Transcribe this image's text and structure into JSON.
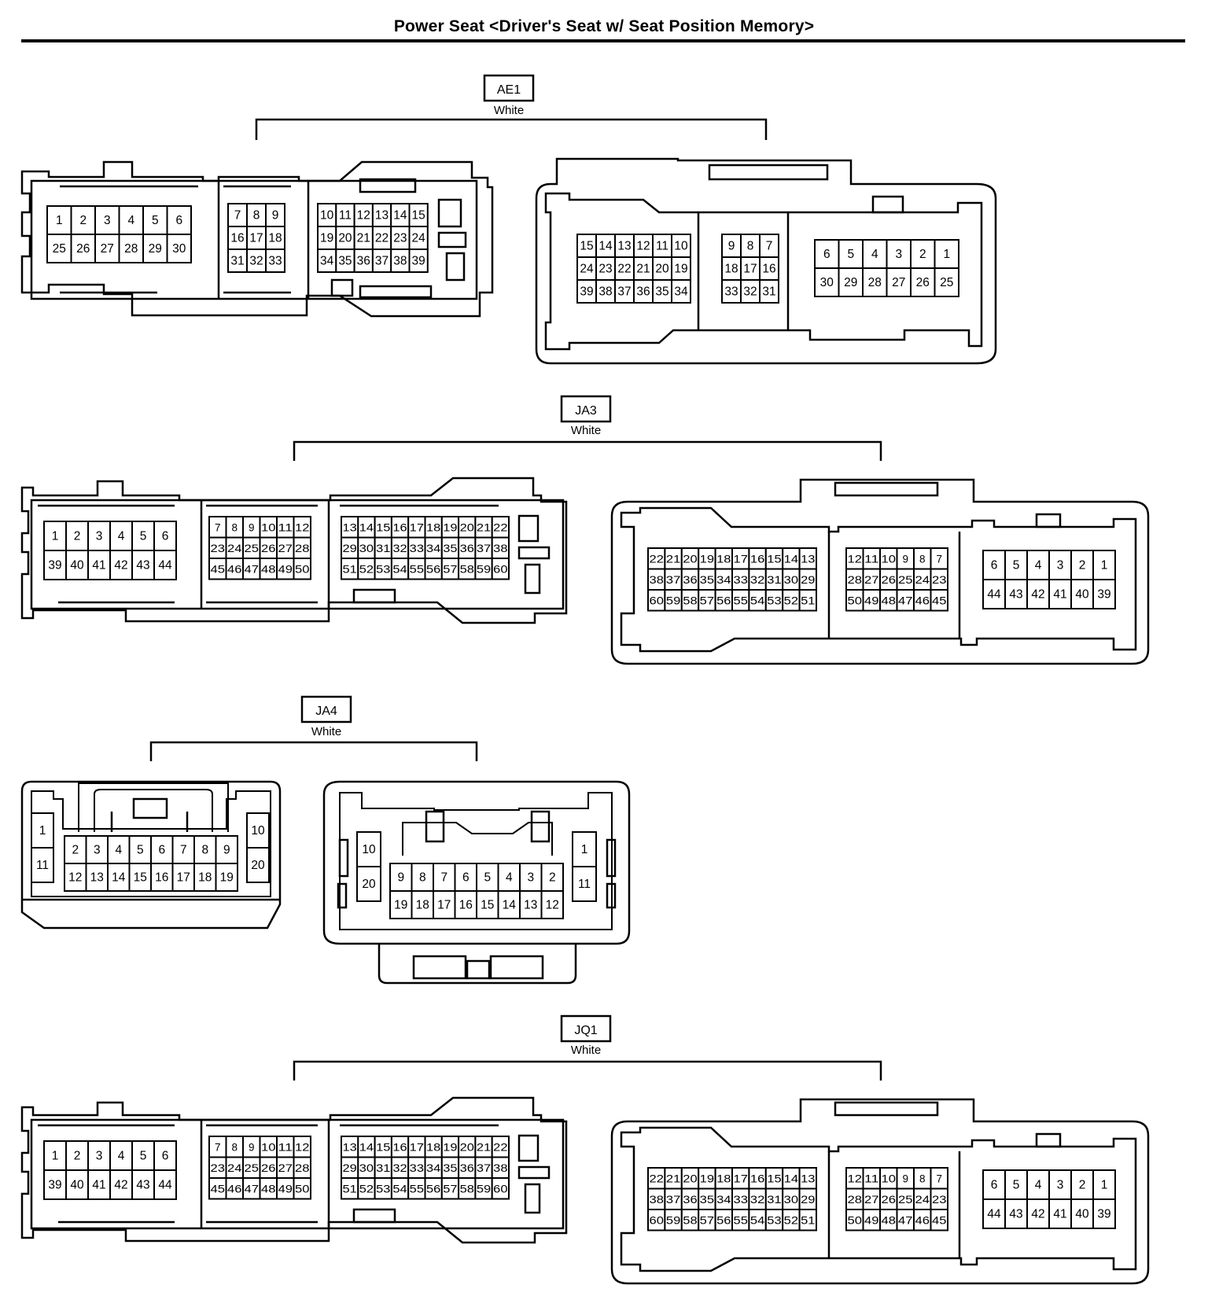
{
  "title": "Power Seat <Driver's Seat w/ Seat Position Memory>",
  "connectors": [
    {
      "id": "AE1",
      "color": "White",
      "female": {
        "groups": [
          {
            "rows": [
              [
                "1",
                "2",
                "3",
                "4",
                "5",
                "6"
              ],
              [
                "25",
                "26",
                "27",
                "28",
                "29",
                "30"
              ]
            ]
          },
          {
            "rows": [
              [
                "7",
                "8",
                "9"
              ],
              [
                "16",
                "17",
                "18"
              ],
              [
                "31",
                "32",
                "33"
              ]
            ]
          },
          {
            "rows": [
              [
                "10",
                "11",
                "12",
                "13",
                "14",
                "15"
              ],
              [
                "19",
                "20",
                "21",
                "22",
                "23",
                "24"
              ],
              [
                "34",
                "35",
                "36",
                "37",
                "38",
                "39"
              ]
            ]
          }
        ]
      },
      "male": {
        "groups": [
          {
            "rows": [
              [
                "15",
                "14",
                "13",
                "12",
                "11",
                "10"
              ],
              [
                "24",
                "23",
                "22",
                "21",
                "20",
                "19"
              ],
              [
                "39",
                "38",
                "37",
                "36",
                "35",
                "34"
              ]
            ]
          },
          {
            "rows": [
              [
                "9",
                "8",
                "7"
              ],
              [
                "18",
                "17",
                "16"
              ],
              [
                "33",
                "32",
                "31"
              ]
            ]
          },
          {
            "rows": [
              [
                "6",
                "5",
                "4",
                "3",
                "2",
                "1"
              ],
              [
                "30",
                "29",
                "28",
                "27",
                "26",
                "25"
              ]
            ]
          }
        ]
      }
    },
    {
      "id": "JA3",
      "color": "White",
      "female": {
        "groups": [
          {
            "rows": [
              [
                "1",
                "2",
                "3",
                "4",
                "5",
                "6"
              ],
              [
                "39",
                "40",
                "41",
                "42",
                "43",
                "44"
              ]
            ]
          },
          {
            "rows": [
              [
                "7",
                "8",
                "9",
                "10",
                "11",
                "12"
              ],
              [
                "23",
                "24",
                "25",
                "26",
                "27",
                "28"
              ],
              [
                "45",
                "46",
                "47",
                "48",
                "49",
                "50"
              ]
            ]
          },
          {
            "rows": [
              [
                "13",
                "14",
                "15",
                "16",
                "17",
                "18",
                "19",
                "20",
                "21",
                "22"
              ],
              [
                "29",
                "30",
                "31",
                "32",
                "33",
                "34",
                "35",
                "36",
                "37",
                "38"
              ],
              [
                "51",
                "52",
                "53",
                "54",
                "55",
                "56",
                "57",
                "58",
                "59",
                "60"
              ]
            ]
          }
        ]
      },
      "male": {
        "groups": [
          {
            "rows": [
              [
                "22",
                "21",
                "20",
                "19",
                "18",
                "17",
                "16",
                "15",
                "14",
                "13"
              ],
              [
                "38",
                "37",
                "36",
                "35",
                "34",
                "33",
                "32",
                "31",
                "30",
                "29"
              ],
              [
                "60",
                "59",
                "58",
                "57",
                "56",
                "55",
                "54",
                "53",
                "52",
                "51"
              ]
            ]
          },
          {
            "rows": [
              [
                "12",
                "11",
                "10",
                "9",
                "8",
                "7"
              ],
              [
                "28",
                "27",
                "26",
                "25",
                "24",
                "23"
              ],
              [
                "50",
                "49",
                "48",
                "47",
                "46",
                "45"
              ]
            ]
          },
          {
            "rows": [
              [
                "6",
                "5",
                "4",
                "3",
                "2",
                "1"
              ],
              [
                "44",
                "43",
                "42",
                "41",
                "40",
                "39"
              ]
            ]
          }
        ]
      }
    },
    {
      "id": "JA4",
      "color": "White",
      "female": {
        "groups": [
          {
            "rows": [
              [
                "1"
              ],
              [
                "11"
              ]
            ]
          },
          {
            "rows": [
              [
                "2",
                "3",
                "4",
                "5",
                "6",
                "7",
                "8",
                "9"
              ],
              [
                "12",
                "13",
                "14",
                "15",
                "16",
                "17",
                "18",
                "19"
              ]
            ]
          },
          {
            "rows": [
              [
                "10"
              ],
              [
                "20"
              ]
            ]
          }
        ]
      },
      "male": {
        "groups": [
          {
            "rows": [
              [
                "10"
              ],
              [
                "20"
              ]
            ]
          },
          {
            "rows": [
              [
                "9",
                "8",
                "7",
                "6",
                "5",
                "4",
                "3",
                "2"
              ],
              [
                "19",
                "18",
                "17",
                "16",
                "15",
                "14",
                "13",
                "12"
              ]
            ]
          },
          {
            "rows": [
              [
                "1"
              ],
              [
                "11"
              ]
            ]
          }
        ]
      }
    },
    {
      "id": "JQ1",
      "color": "White",
      "female": {
        "groups": [
          {
            "rows": [
              [
                "1",
                "2",
                "3",
                "4",
                "5",
                "6"
              ],
              [
                "39",
                "40",
                "41",
                "42",
                "43",
                "44"
              ]
            ]
          },
          {
            "rows": [
              [
                "7",
                "8",
                "9",
                "10",
                "11",
                "12"
              ],
              [
                "23",
                "24",
                "25",
                "26",
                "27",
                "28"
              ],
              [
                "45",
                "46",
                "47",
                "48",
                "49",
                "50"
              ]
            ]
          },
          {
            "rows": [
              [
                "13",
                "14",
                "15",
                "16",
                "17",
                "18",
                "19",
                "20",
                "21",
                "22"
              ],
              [
                "29",
                "30",
                "31",
                "32",
                "33",
                "34",
                "35",
                "36",
                "37",
                "38"
              ],
              [
                "51",
                "52",
                "53",
                "54",
                "55",
                "56",
                "57",
                "58",
                "59",
                "60"
              ]
            ]
          }
        ]
      },
      "male": {
        "groups": [
          {
            "rows": [
              [
                "22",
                "21",
                "20",
                "19",
                "18",
                "17",
                "16",
                "15",
                "14",
                "13"
              ],
              [
                "38",
                "37",
                "36",
                "35",
                "34",
                "33",
                "32",
                "31",
                "30",
                "29"
              ],
              [
                "60",
                "59",
                "58",
                "57",
                "56",
                "55",
                "54",
                "53",
                "52",
                "51"
              ]
            ]
          },
          {
            "rows": [
              [
                "12",
                "11",
                "10",
                "9",
                "8",
                "7"
              ],
              [
                "28",
                "27",
                "26",
                "25",
                "24",
                "23"
              ],
              [
                "50",
                "49",
                "48",
                "47",
                "46",
                "45"
              ]
            ]
          },
          {
            "rows": [
              [
                "6",
                "5",
                "4",
                "3",
                "2",
                "1"
              ],
              [
                "44",
                "43",
                "42",
                "41",
                "40",
                "39"
              ]
            ]
          }
        ]
      }
    }
  ]
}
